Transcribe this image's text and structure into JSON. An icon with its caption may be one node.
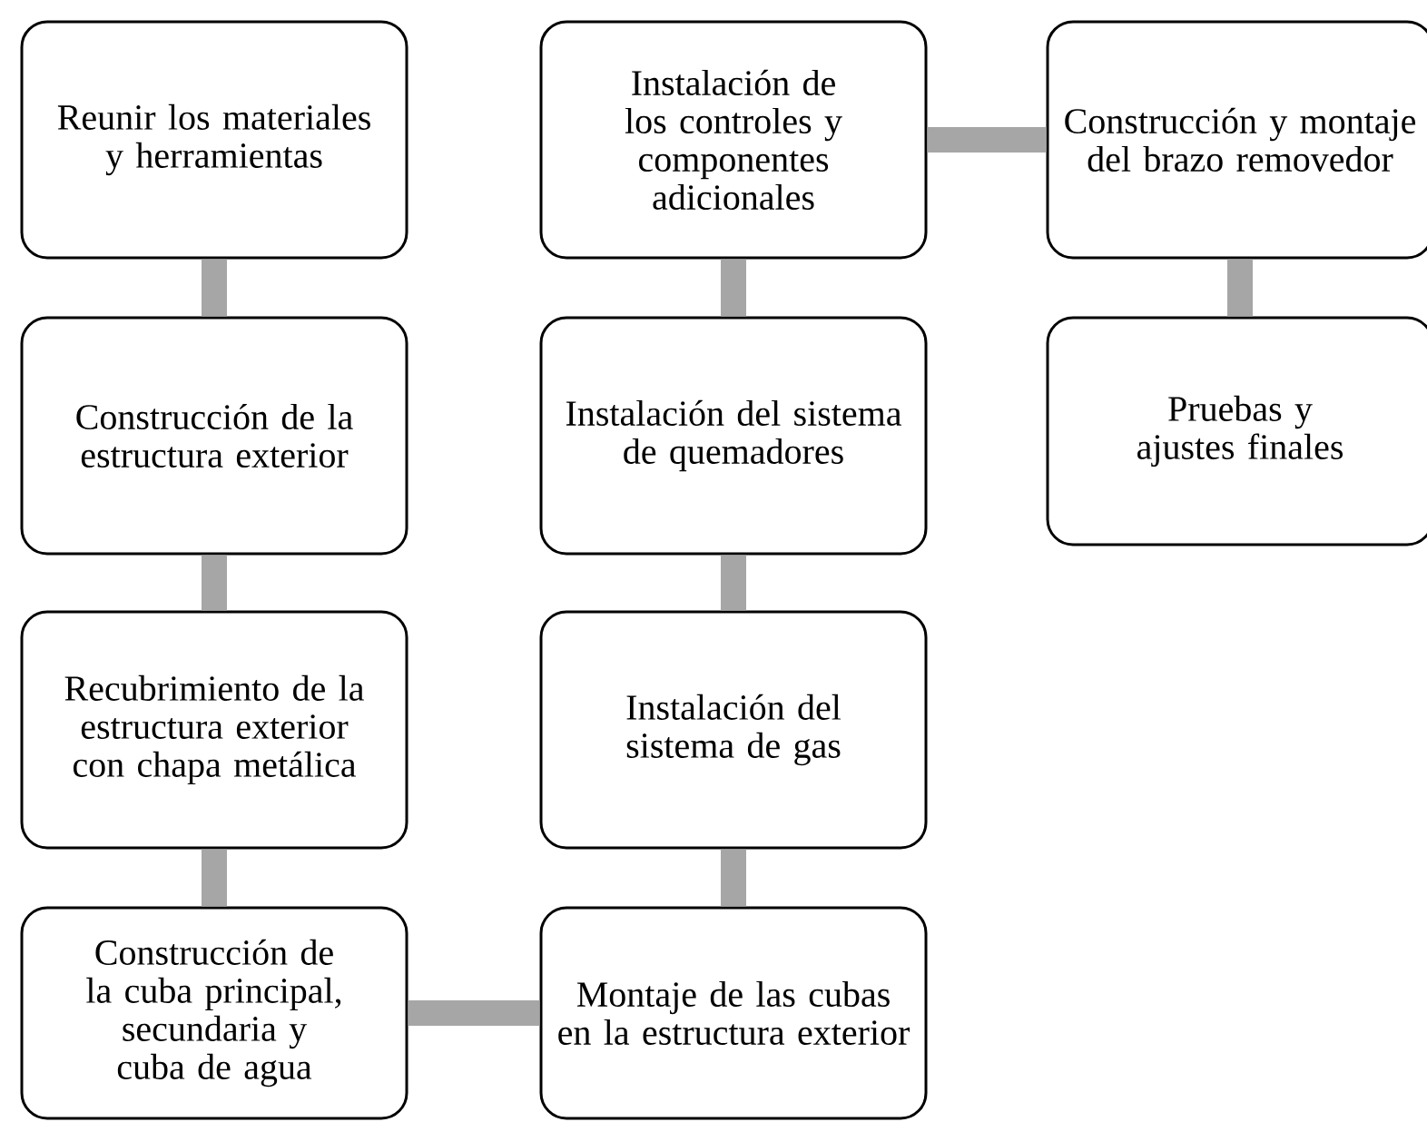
{
  "diagram": {
    "nodes": [
      {
        "text": [
          "Reunir los materiales y herramientas"
        ]
      },
      {
        "text": [
          "Construcción de la estructura exterior"
        ]
      },
      {
        "text": [
          "Recubrimiento de la estructura exterior con chapa metálica"
        ]
      },
      {
        "text": [
          "Construcción de la cuba principal, secundaria y cuba de agua"
        ]
      },
      {
        "text": [
          "Montaje de las cubas en la estructura exterior"
        ]
      },
      {
        "text": [
          "Instalación del sistema de gas"
        ]
      },
      {
        "text": [
          "Instalación del sistema de quemadores"
        ]
      },
      {
        "text": [
          "Instalación de los controles y componentes adicionales"
        ]
      },
      {
        "text": [
          "Construcción y montaje del brazo removedor"
        ]
      },
      {
        "text": [
          "Pruebas y ajustes finales"
        ]
      }
    ],
    "edges": [
      {
        "from": 0,
        "to": 1,
        "arrow": "none"
      },
      {
        "from": 1,
        "to": 2,
        "arrow": "none"
      },
      {
        "from": 2,
        "to": 3,
        "arrow": "none"
      },
      {
        "from": 3,
        "to": 4,
        "arrow": "none"
      },
      {
        "from": 4,
        "to": 5,
        "arrow": "none"
      },
      {
        "from": 5,
        "to": 6,
        "arrow": "none"
      },
      {
        "from": 6,
        "to": 7,
        "arrow": "none"
      },
      {
        "from": 7,
        "to": 8,
        "arrow": "none"
      },
      {
        "from": 8,
        "to": 9,
        "arrow": "none"
      }
    ]
  }
}
